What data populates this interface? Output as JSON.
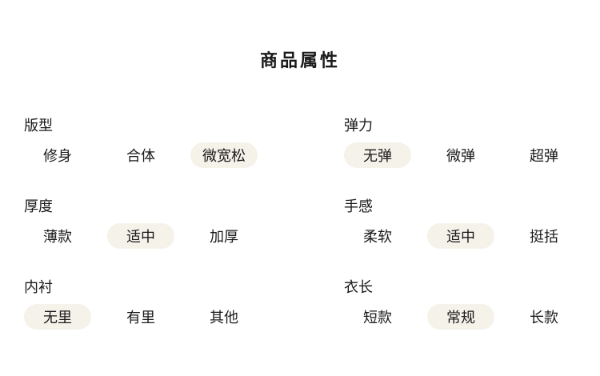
{
  "title": "商品属性",
  "colors": {
    "bg": "#ffffff",
    "text": "#1a1a1a",
    "pill_bg": "#f5f2ea"
  },
  "groups": [
    {
      "label": "版型",
      "options": [
        {
          "text": "修身",
          "selected": false
        },
        {
          "text": "合体",
          "selected": false
        },
        {
          "text": "微宽松",
          "selected": true
        }
      ]
    },
    {
      "label": "弹力",
      "options": [
        {
          "text": "无弹",
          "selected": true
        },
        {
          "text": "微弹",
          "selected": false
        },
        {
          "text": "超弹",
          "selected": false
        }
      ]
    },
    {
      "label": "厚度",
      "options": [
        {
          "text": "薄款",
          "selected": false
        },
        {
          "text": "适中",
          "selected": true
        },
        {
          "text": "加厚",
          "selected": false
        }
      ]
    },
    {
      "label": "手感",
      "options": [
        {
          "text": "柔软",
          "selected": false
        },
        {
          "text": "适中",
          "selected": true
        },
        {
          "text": "挺括",
          "selected": false
        }
      ]
    },
    {
      "label": "内衬",
      "options": [
        {
          "text": "无里",
          "selected": true
        },
        {
          "text": "有里",
          "selected": false
        },
        {
          "text": "其他",
          "selected": false
        }
      ]
    },
    {
      "label": "衣长",
      "options": [
        {
          "text": "短款",
          "selected": false
        },
        {
          "text": "常规",
          "selected": true
        },
        {
          "text": "长款",
          "selected": false
        }
      ]
    }
  ]
}
